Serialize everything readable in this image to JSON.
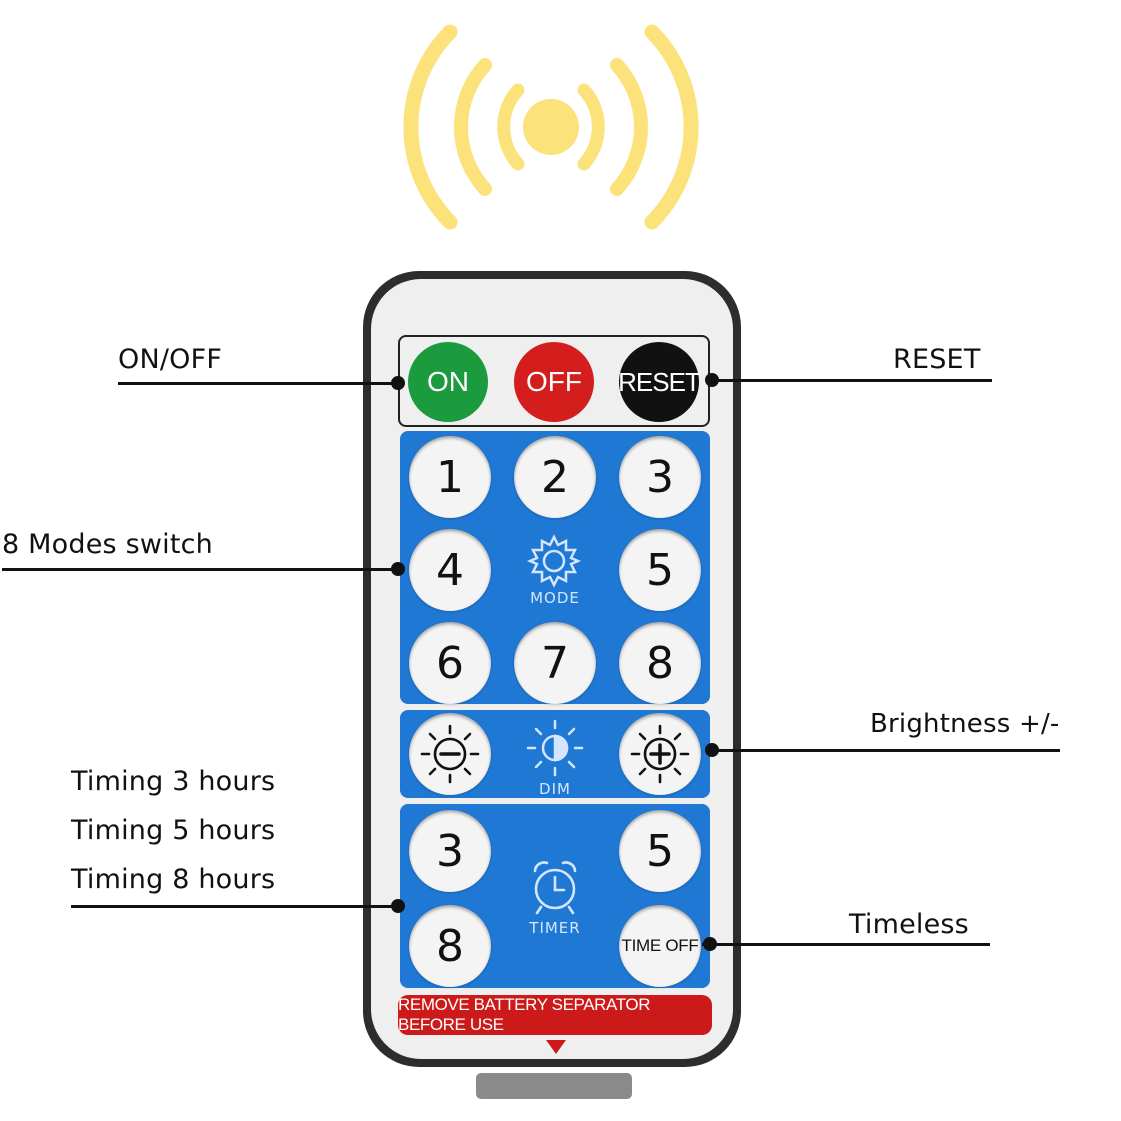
{
  "colors": {
    "signal": "#fbe27a",
    "panel_blue": "#1e78d4",
    "on_green": "#1b9b3d",
    "off_red": "#d41e1e",
    "reset_black": "#111111",
    "banner_red": "#cc1a1a"
  },
  "annotations": {
    "on_off": "ON/OFF",
    "reset": "RESET",
    "modes": "8 Modes switch",
    "brightness": "Brightness +/-",
    "timing_3": "Timing 3 hours",
    "timing_5": "Timing 5 hours",
    "timing_8": "Timing 8 hours",
    "timeless": "Timeless"
  },
  "remote": {
    "top_buttons": {
      "on": "ON",
      "off": "OFF",
      "reset": "RESET"
    },
    "mode_buttons": [
      "1",
      "2",
      "3",
      "4",
      "5",
      "6",
      "7",
      "8"
    ],
    "mode_label": "MODE",
    "mode_icon": "gear-icon",
    "dim_label": "DIM",
    "dim_icon": "half-sun-icon",
    "dim_minus_icon": "sun-minus-icon",
    "dim_plus_icon": "sun-plus-icon",
    "timer_buttons": {
      "t3": "3",
      "t5": "5",
      "t8": "8",
      "off": "TIME OFF"
    },
    "timer_label": "TIMER",
    "timer_icon": "alarm-clock-icon",
    "banner": "REMOVE BATTERY SEPARATOR BEFORE USE"
  }
}
